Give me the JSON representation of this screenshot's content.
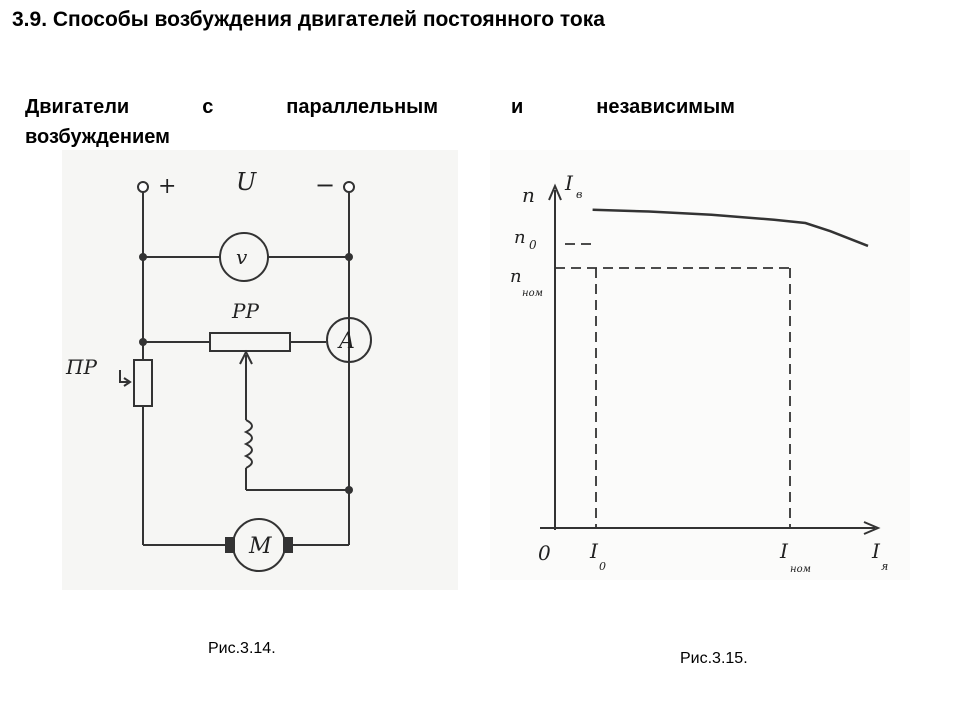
{
  "slide": {
    "title": "3.9. Способы возбуждения двигателей постоянного тока",
    "subtitle_words": [
      "Двигатели",
      "с",
      "параллельным",
      "и",
      "независимым"
    ],
    "subtitle_line2": "возбуждением"
  },
  "figure1": {
    "caption": "Рис.3.14.",
    "labels": {
      "plus": "+",
      "voltage": "U",
      "minus": "−",
      "voltmeter": "v",
      "ammeter": "A",
      "field_rheostat": "PP",
      "start_rheostat": "ПР",
      "motor": "M"
    }
  },
  "figure2": {
    "caption": "Рис.3.15.",
    "labels": {
      "y_axis": "n",
      "y_axis_right": "I",
      "y_axis_right_sub": "в",
      "n0": "n",
      "n0_sub": "0",
      "nnom": "n",
      "nnom_sub": "ном",
      "origin": "0",
      "I0": "I",
      "I0_sub": "0",
      "Inom": "I",
      "Inom_sub": "ном",
      "x_axis": "I",
      "x_axis_sub": "я"
    },
    "chart_data": {
      "type": "line",
      "xlabel": "Iя",
      "ylabel": "n",
      "series": [
        {
          "points": [
            [
              0.12,
              0.97
            ],
            [
              0.3,
              0.965
            ],
            [
              0.5,
              0.955
            ],
            [
              0.7,
              0.94
            ],
            [
              0.8,
              0.93
            ],
            [
              0.88,
              0.905
            ],
            [
              1.0,
              0.86
            ]
          ]
        }
      ],
      "markers": {
        "x": [
          "I0",
          "Iном"
        ],
        "y": [
          "n0",
          "nном"
        ]
      }
    }
  }
}
